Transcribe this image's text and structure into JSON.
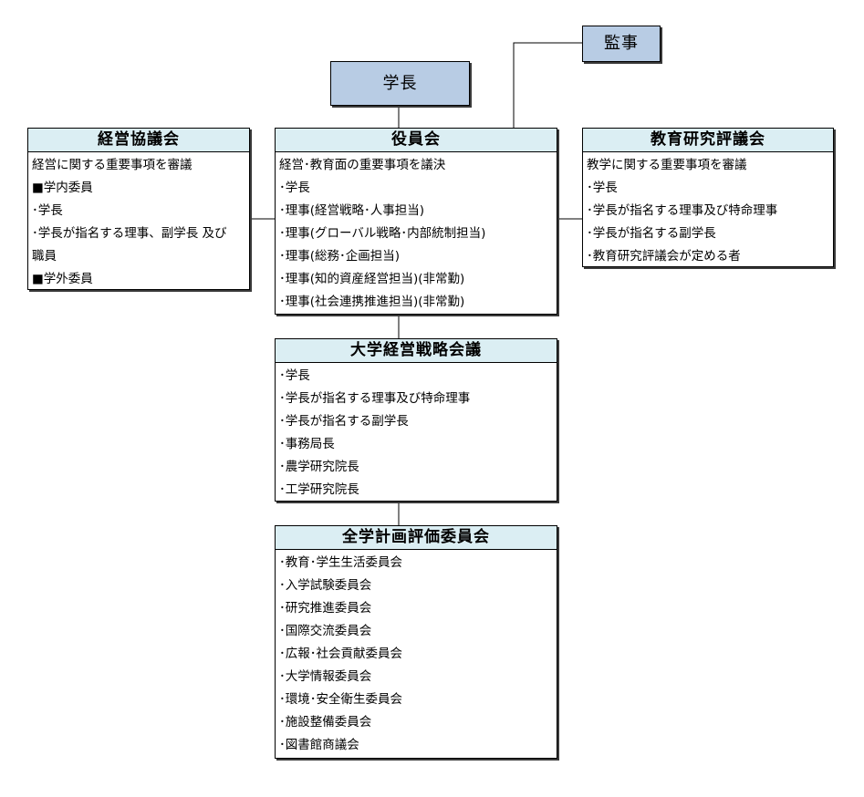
{
  "president": {
    "title": "学長"
  },
  "auditor": {
    "title": "監事"
  },
  "board": {
    "title": "役員会",
    "items": [
      "経営･教育面の重要事項を議決",
      "･学長",
      "･理事(経営戦略･人事担当)",
      "･理事(グローバル戦略･内部統制担当)",
      "･理事(総務･企画担当)",
      "･理事(知的資産経営担当)(非常勤)",
      "･理事(社会連携推進担当)(非常勤)"
    ]
  },
  "management_council": {
    "title": "経営協議会",
    "items": [
      "経営に関する重要事項を審議",
      "■学内委員",
      "･学長",
      "･学長が指名する理事、副学長 及び職員",
      "■学外委員"
    ]
  },
  "education_council": {
    "title": "教育研究評議会",
    "items": [
      "教学に関する重要事項を審議",
      "･学長",
      "･学長が指名する理事及び特命理事",
      "･学長が指名する副学長",
      "･教育研究評議会が定める者"
    ]
  },
  "strategy_meeting": {
    "title": "大学経営戦略会議",
    "items": [
      "･学長",
      "･学長が指名する理事及び特命理事",
      "･学長が指名する副学長",
      "･事務局長",
      "･農学研究院長",
      "･工学研究院長"
    ]
  },
  "planning_committee": {
    "title": "全学計画評価委員会",
    "items": [
      "･教育･学生生活委員会",
      "･入学試験委員会",
      "･研究推進委員会",
      "･国際交流委員会",
      "･広報･社会貢献委員会",
      "･大学情報委員会",
      "･環境･安全衛生委員会",
      "･施設整備委員会",
      "･図書館商議会"
    ]
  }
}
